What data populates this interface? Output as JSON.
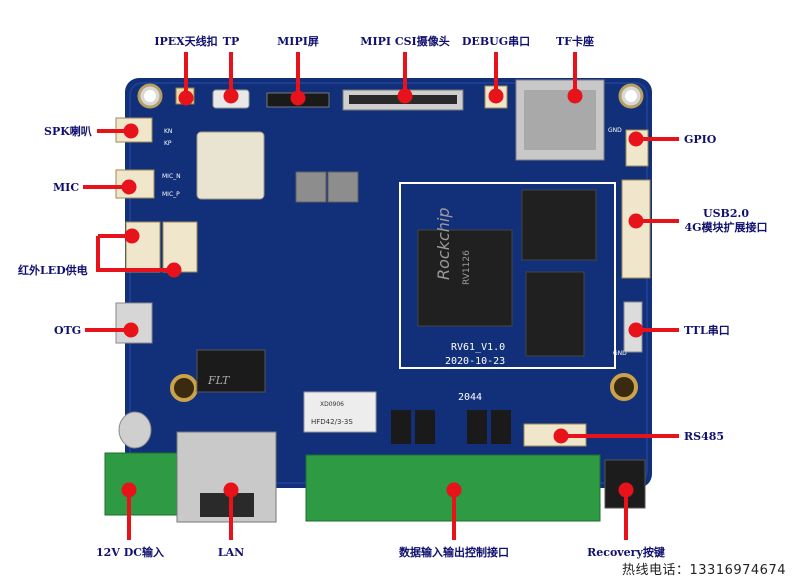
{
  "board": {
    "silk_model": "RV61_V1.0",
    "silk_date": "2020-10-23",
    "soc_brand": "Rockchip",
    "soc_model": "RV1126",
    "relay_text": "HFD42/3-3S",
    "relay_top": "XD0906",
    "flt_text": "FLT",
    "silk_2044": "2044",
    "pin_labels": [
      "GND",
      "KN",
      "KP",
      "MIC_N",
      "MIC_P",
      "GND"
    ]
  },
  "labels": {
    "ipex": "IPEX天线扣",
    "tp": "TP",
    "mipi_screen": "MIPI屏",
    "mipi_csi": "MIPI CSI摄像头",
    "debug": "DEBUG串口",
    "tf": "TF卡座",
    "spk": "SPK喇叭",
    "gpio": "GPIO",
    "mic": "MIC",
    "usb_line1": "USB2.0",
    "usb_line2": "4G模块扩展接口",
    "ir_led": "红外LED供电",
    "otg": "OTG",
    "ttl": "TTL串口",
    "rs485": "RS485",
    "dc12v": "12V DC输入",
    "lan": "LAN",
    "data_io": "数据输入输出控制接口",
    "recovery": "Recovery按键"
  },
  "hotline": "热线电话：13316974674",
  "colors": {
    "pcb": "#12307a",
    "pcb_dark": "#0b2260",
    "callout": "#e8121a",
    "label": "#10106e",
    "terminal": "#2e9a43"
  }
}
